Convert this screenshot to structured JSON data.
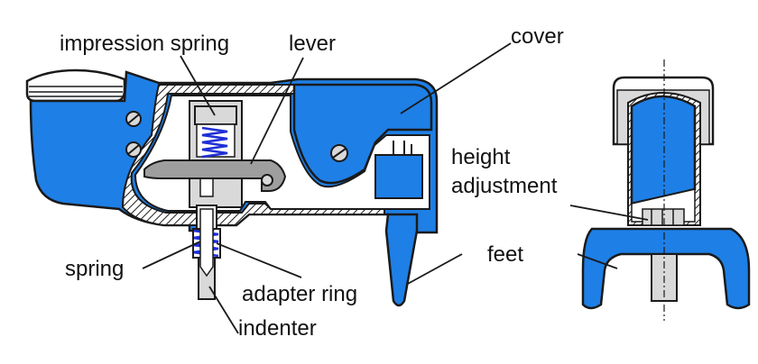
{
  "labels": {
    "impression_spring": "impression spring",
    "lever": "lever",
    "cover": "cover",
    "height_line1": "height",
    "height_line2": "adjustment",
    "feet": "feet",
    "spring": "spring",
    "adapter_ring": "adapter ring",
    "indenter": "indenter"
  },
  "colors": {
    "body_blue": "#1e7fe6",
    "outline": "#1a1a1a",
    "grey_part": "#d9d9d9",
    "spring_blue": "#1f2fd6",
    "white": "#ffffff"
  }
}
